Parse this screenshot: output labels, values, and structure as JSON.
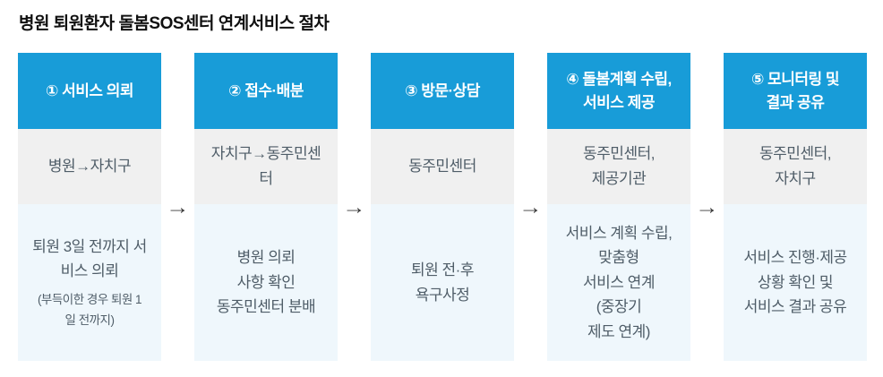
{
  "title": "병원 퇴원환자 돌봄SOS센터 연계서비스 절차",
  "arrow_glyph": "→",
  "colors": {
    "header_bg": "#189cd8",
    "header_text": "#ffffff",
    "actor_bg": "#f0f0f0",
    "detail_bg": "#eff7fc",
    "body_text": "#4f5d68",
    "title_text": "#101010",
    "arrow": "#3a3a3a"
  },
  "steps": [
    {
      "header": "① 서비스 의뢰",
      "actor": "병원→자치구",
      "detail": "퇴원 3일 전까지 서\n비스 의뢰",
      "note": "(부득이한 경우 퇴원 1\n일 전까지)"
    },
    {
      "header": "② 접수·배분",
      "actor": "자치구→동주민센\n터",
      "detail": "병원 의뢰\n사항 확인\n동주민센터 분배"
    },
    {
      "header": "③ 방문·상담",
      "actor": "동주민센터",
      "detail": "퇴원 전·후\n욕구사정"
    },
    {
      "header": "④ 돌봄계획 수립,\n서비스 제공",
      "actor": "동주민센터,\n제공기관",
      "detail": "서비스 계획 수립,\n맞춤형\n서비스 연계\n(중장기\n제도 연계)"
    },
    {
      "header": "⑤ 모니터링 및\n결과 공유",
      "actor": "동주민센터,\n자치구",
      "detail": "서비스 진행·제공\n상황 확인 및\n서비스 결과 공유"
    }
  ]
}
